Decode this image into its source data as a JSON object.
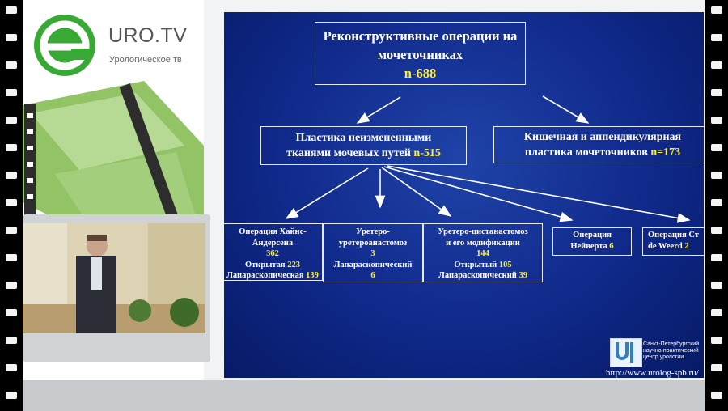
{
  "brand": {
    "name": "URO.TV",
    "tagline": "Урологическое тв",
    "accent": "#39a935"
  },
  "slide": {
    "title_line1": "Реконструктивные операции на",
    "title_line2": "мочеточниках",
    "title_n": "n-688",
    "left_branch": {
      "line1": "Пластика неизмененными",
      "line2": "тканями мочевых путей",
      "n": "n-515"
    },
    "right_branch": {
      "line1": "Кишечная и аппендикулярная",
      "line2": "пластика мочеточников",
      "n": "n=173"
    },
    "ops": [
      {
        "l1": "Операция Хайнс-",
        "l2": "Андерсена",
        "n": "362",
        "l3": "Открытая",
        "v3": "223",
        "l4": "Лапараскопическая",
        "v4": "139"
      },
      {
        "l1": "Уретеро-",
        "l2": "уретероанастомоз",
        "n": "3",
        "l3": "Лапараскопический",
        "v3": "6"
      },
      {
        "l1": "Уретеро-цистанастомоз",
        "l2": "и его модификации",
        "n": "144",
        "l3": "Открытый",
        "v3": "105",
        "l4": "Лапараскопический",
        "v4": "39"
      },
      {
        "l1": "Операция",
        "l2": "Нейверта",
        "v2": "6"
      },
      {
        "l1": "Операция Ст",
        "l2": "de Weerd",
        "v2": "2"
      }
    ],
    "institute_line1": "Санкт-Петербургский",
    "institute_line2": "научно-практический",
    "institute_line3": "центр урологии",
    "url": "http://www.urolog-spb.ru/"
  }
}
